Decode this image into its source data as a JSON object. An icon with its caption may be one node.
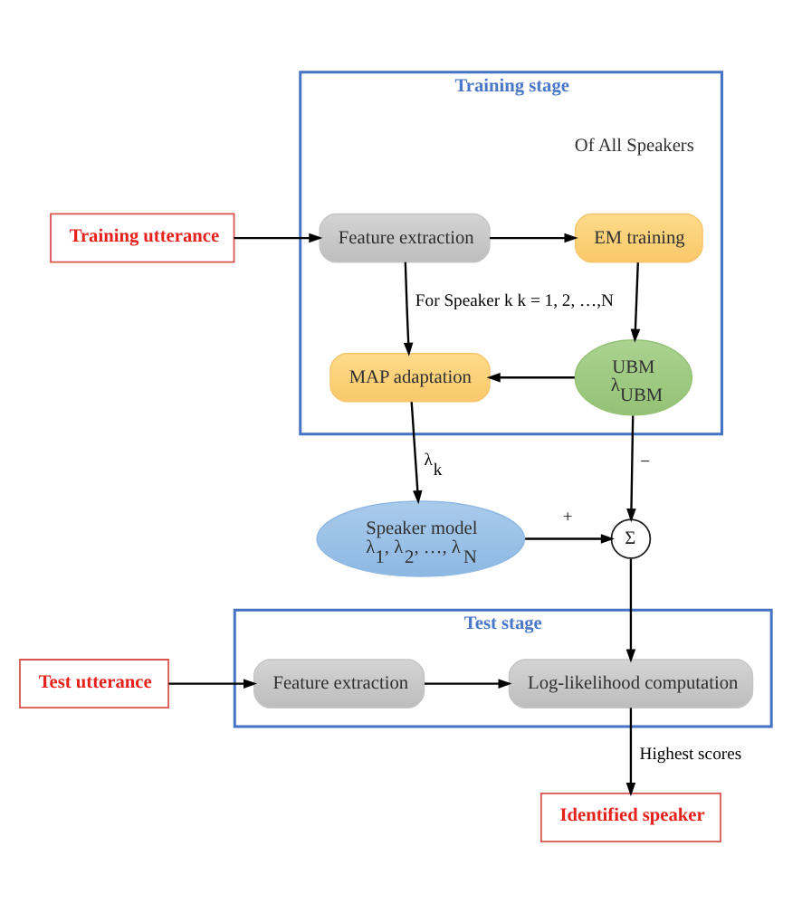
{
  "diagram": {
    "nodes": [
      {
        "text": [
          "Training stage"
        ]
      },
      {
        "text": [
          "Training utterance"
        ]
      },
      {
        "text": [
          "Feature extraction"
        ],
        "in": 0
      },
      {
        "text": [
          "EM training"
        ],
        "in": 0
      },
      {
        "text": [
          "MAP adaptation"
        ],
        "in": 0
      },
      {
        "text": [
          "UBM",
          "λ$_{UBM}$"
        ],
        "in": 0
      },
      {
        "text": [
          "Speaker model",
          "λ$_{1}$, λ$_{2}$, …, λ$_{N}$"
        ]
      },
      {
        "text": [
          "Σ"
        ]
      },
      {
        "text": [
          "Test stage"
        ]
      },
      {
        "text": [
          "Test utterance"
        ]
      },
      {
        "text": [
          "Feature extraction"
        ],
        "in": 8
      },
      {
        "text": [
          "Log-likelihood computation"
        ],
        "in": 8
      },
      {
        "text": [
          "Identified speaker"
        ]
      }
    ],
    "edges": [
      {
        "from": 1,
        "to": 2,
        "arrow": "to"
      },
      {
        "from": 2,
        "to": 3,
        "arrow": "to"
      },
      {
        "from": 3,
        "to": 5,
        "arrow": "to"
      },
      {
        "from": 2,
        "to": 4,
        "arrow": "to",
        "label": "For Speaker k k = 1, 2, …,N"
      },
      {
        "from": 5,
        "to": 4,
        "arrow": "to"
      },
      {
        "from": 4,
        "to": 6,
        "arrow": "to",
        "label": "λ$_{k}$"
      },
      {
        "from": 5,
        "to": 7,
        "arrow": "to",
        "label": "−"
      },
      {
        "from": 6,
        "to": 7,
        "arrow": "to",
        "label": "+"
      },
      {
        "from": 7,
        "to": 11,
        "arrow": "to"
      },
      {
        "from": 9,
        "to": 10,
        "arrow": "to"
      },
      {
        "from": 10,
        "to": 11,
        "arrow": "to"
      },
      {
        "from": 11,
        "to": 12,
        "arrow": "to",
        "label": "Highest scores"
      }
    ],
    "labels": [
      "Of All Speakers"
    ]
  }
}
